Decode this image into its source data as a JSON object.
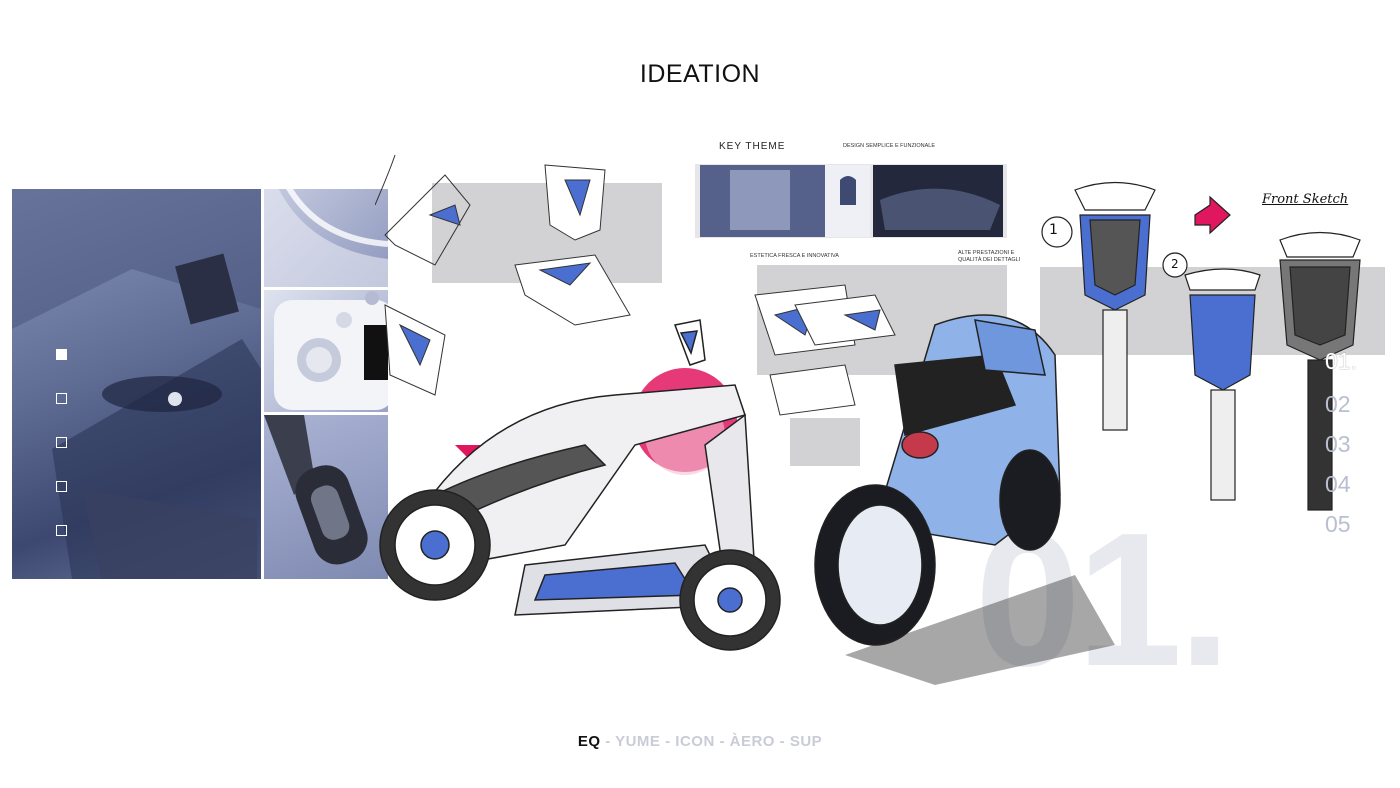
{
  "page": {
    "title": "IDEATION"
  },
  "photo_panel": {
    "selector_count": 5,
    "selected_index": 0
  },
  "key_theme": {
    "label": "KEY THEME",
    "notes": {
      "top": "DESIGN SEMPLICE E FUNZIONALE",
      "bottom_left": "ESTETICA FRESCA E INNOVATIVA",
      "bottom_right": "ALTE PRESTAZIONI E QUALITÀ DEI DETTAGLI"
    }
  },
  "front_sketch": {
    "label": "Front Sketch",
    "step1": "1",
    "step2": "2"
  },
  "index_list": [
    "01.",
    "02",
    "03",
    "04",
    "05"
  ],
  "index_active": 0,
  "big_number": "01.",
  "footer": {
    "active": "EQ",
    "separator": " - ",
    "items": [
      "YUME",
      "ICON",
      "ÀERO",
      "SUP"
    ]
  },
  "colors": {
    "accent_pink": "#e0175f",
    "accent_blue": "#4a6fd0",
    "photo_tint": "#6f7aa3",
    "index_dim": "#b9bfcf"
  }
}
